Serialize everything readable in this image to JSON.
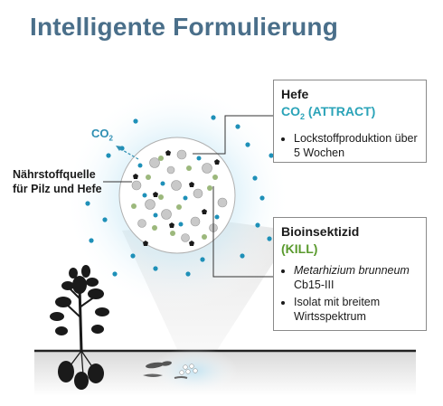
{
  "title": "Intelligente Formulierung",
  "co2_label": "CO",
  "co2_sub": "2",
  "nutrient_label_line1": "Nährstoffquelle",
  "nutrient_label_line2": "für Pilz und Hefe",
  "hefe": {
    "heading": "Hefe",
    "sub_prefix": "CO",
    "sub_subscript": "2",
    "sub_suffix": " (ATTRACT)",
    "bullets": [
      "Lockstoffproduktion über 5 Wochen"
    ],
    "sub_color": "#2aa3b8"
  },
  "bio": {
    "heading": "Bioinsektizid",
    "sub": "(KILL)",
    "bullet1_italic": "Metarhizium brunneum",
    "bullet1_rest": "Cb15-III",
    "bullet2": "Isolat mit breitem Wirtsspektrum",
    "sub_color": "#5a9a2e"
  },
  "colors": {
    "title": "#4a6f8a",
    "dot_blue": "#1e90b8",
    "dot_green": "#9cb87c",
    "particle_grey": "#c9c9c9"
  }
}
